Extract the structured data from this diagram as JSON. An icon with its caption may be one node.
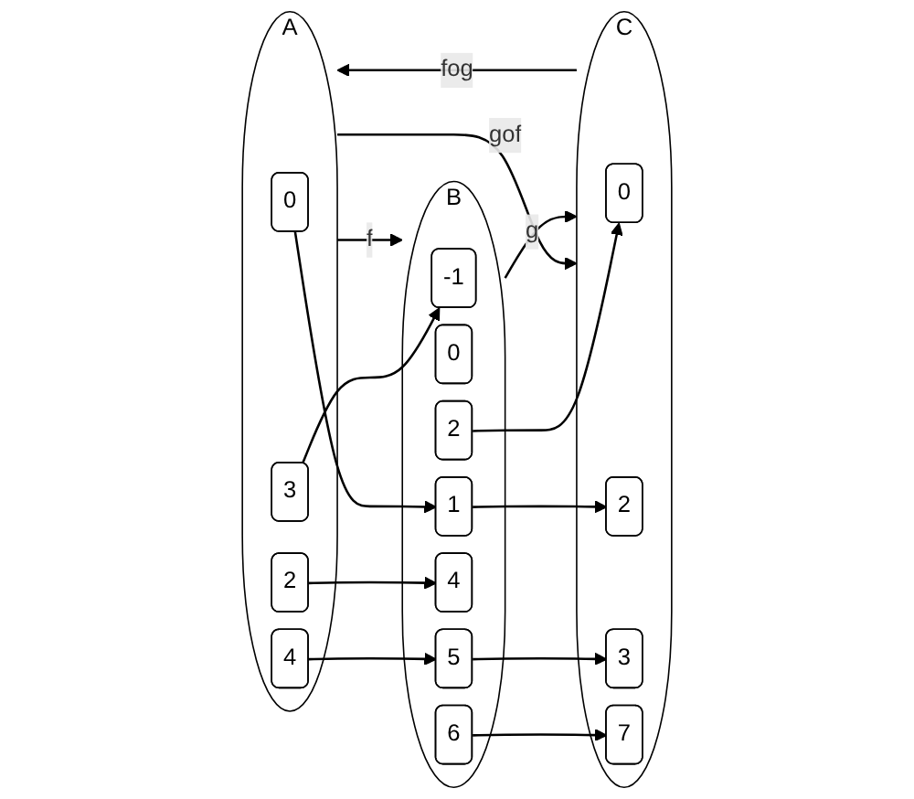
{
  "diagram": {
    "nodes": [
      {
        "text": [
          "A"
        ]
      },
      {
        "text": [
          "0"
        ],
        "in": 0
      },
      {
        "text": [
          "2"
        ],
        "in": 0
      },
      {
        "text": [
          "3"
        ],
        "in": 0
      },
      {
        "text": [
          "4"
        ],
        "in": 0
      },
      {
        "text": [
          "B"
        ]
      },
      {
        "text": [
          "-1"
        ],
        "in": 5
      },
      {
        "text": [
          "0"
        ],
        "in": 5
      },
      {
        "text": [
          "1"
        ],
        "in": 5
      },
      {
        "text": [
          "2"
        ],
        "in": 5
      },
      {
        "text": [
          "4"
        ],
        "in": 5
      },
      {
        "text": [
          "5"
        ],
        "in": 5
      },
      {
        "text": [
          "6"
        ],
        "in": 5
      },
      {
        "text": [
          "C"
        ]
      },
      {
        "text": [
          "0"
        ],
        "in": 13
      },
      {
        "text": [
          "2"
        ],
        "in": 13
      },
      {
        "text": [
          "3"
        ],
        "in": 13
      },
      {
        "text": [
          "7"
        ],
        "in": 13
      }
    ],
    "edges": [
      {
        "from": 0,
        "to": 13,
        "label": "gof",
        "arrow": "to"
      },
      {
        "from": 0,
        "to": 5,
        "label": "f",
        "arrow": "to"
      },
      {
        "from": 5,
        "to": 13,
        "label": "g",
        "arrow": "to"
      },
      {
        "from": 1,
        "to": 8,
        "arrow": "to"
      },
      {
        "from": 2,
        "to": 10,
        "arrow": "to"
      },
      {
        "from": 3,
        "to": 6,
        "arrow": "to"
      },
      {
        "from": 4,
        "to": 11,
        "arrow": "to"
      },
      {
        "from": 8,
        "to": 15,
        "arrow": "to"
      },
      {
        "from": 9,
        "to": 14,
        "arrow": "to"
      },
      {
        "from": 11,
        "to": 16,
        "arrow": "to"
      },
      {
        "from": 12,
        "to": 17,
        "arrow": "to"
      },
      {
        "from": 13,
        "to": 0,
        "label": "fog",
        "arrow": "to"
      }
    ]
  }
}
